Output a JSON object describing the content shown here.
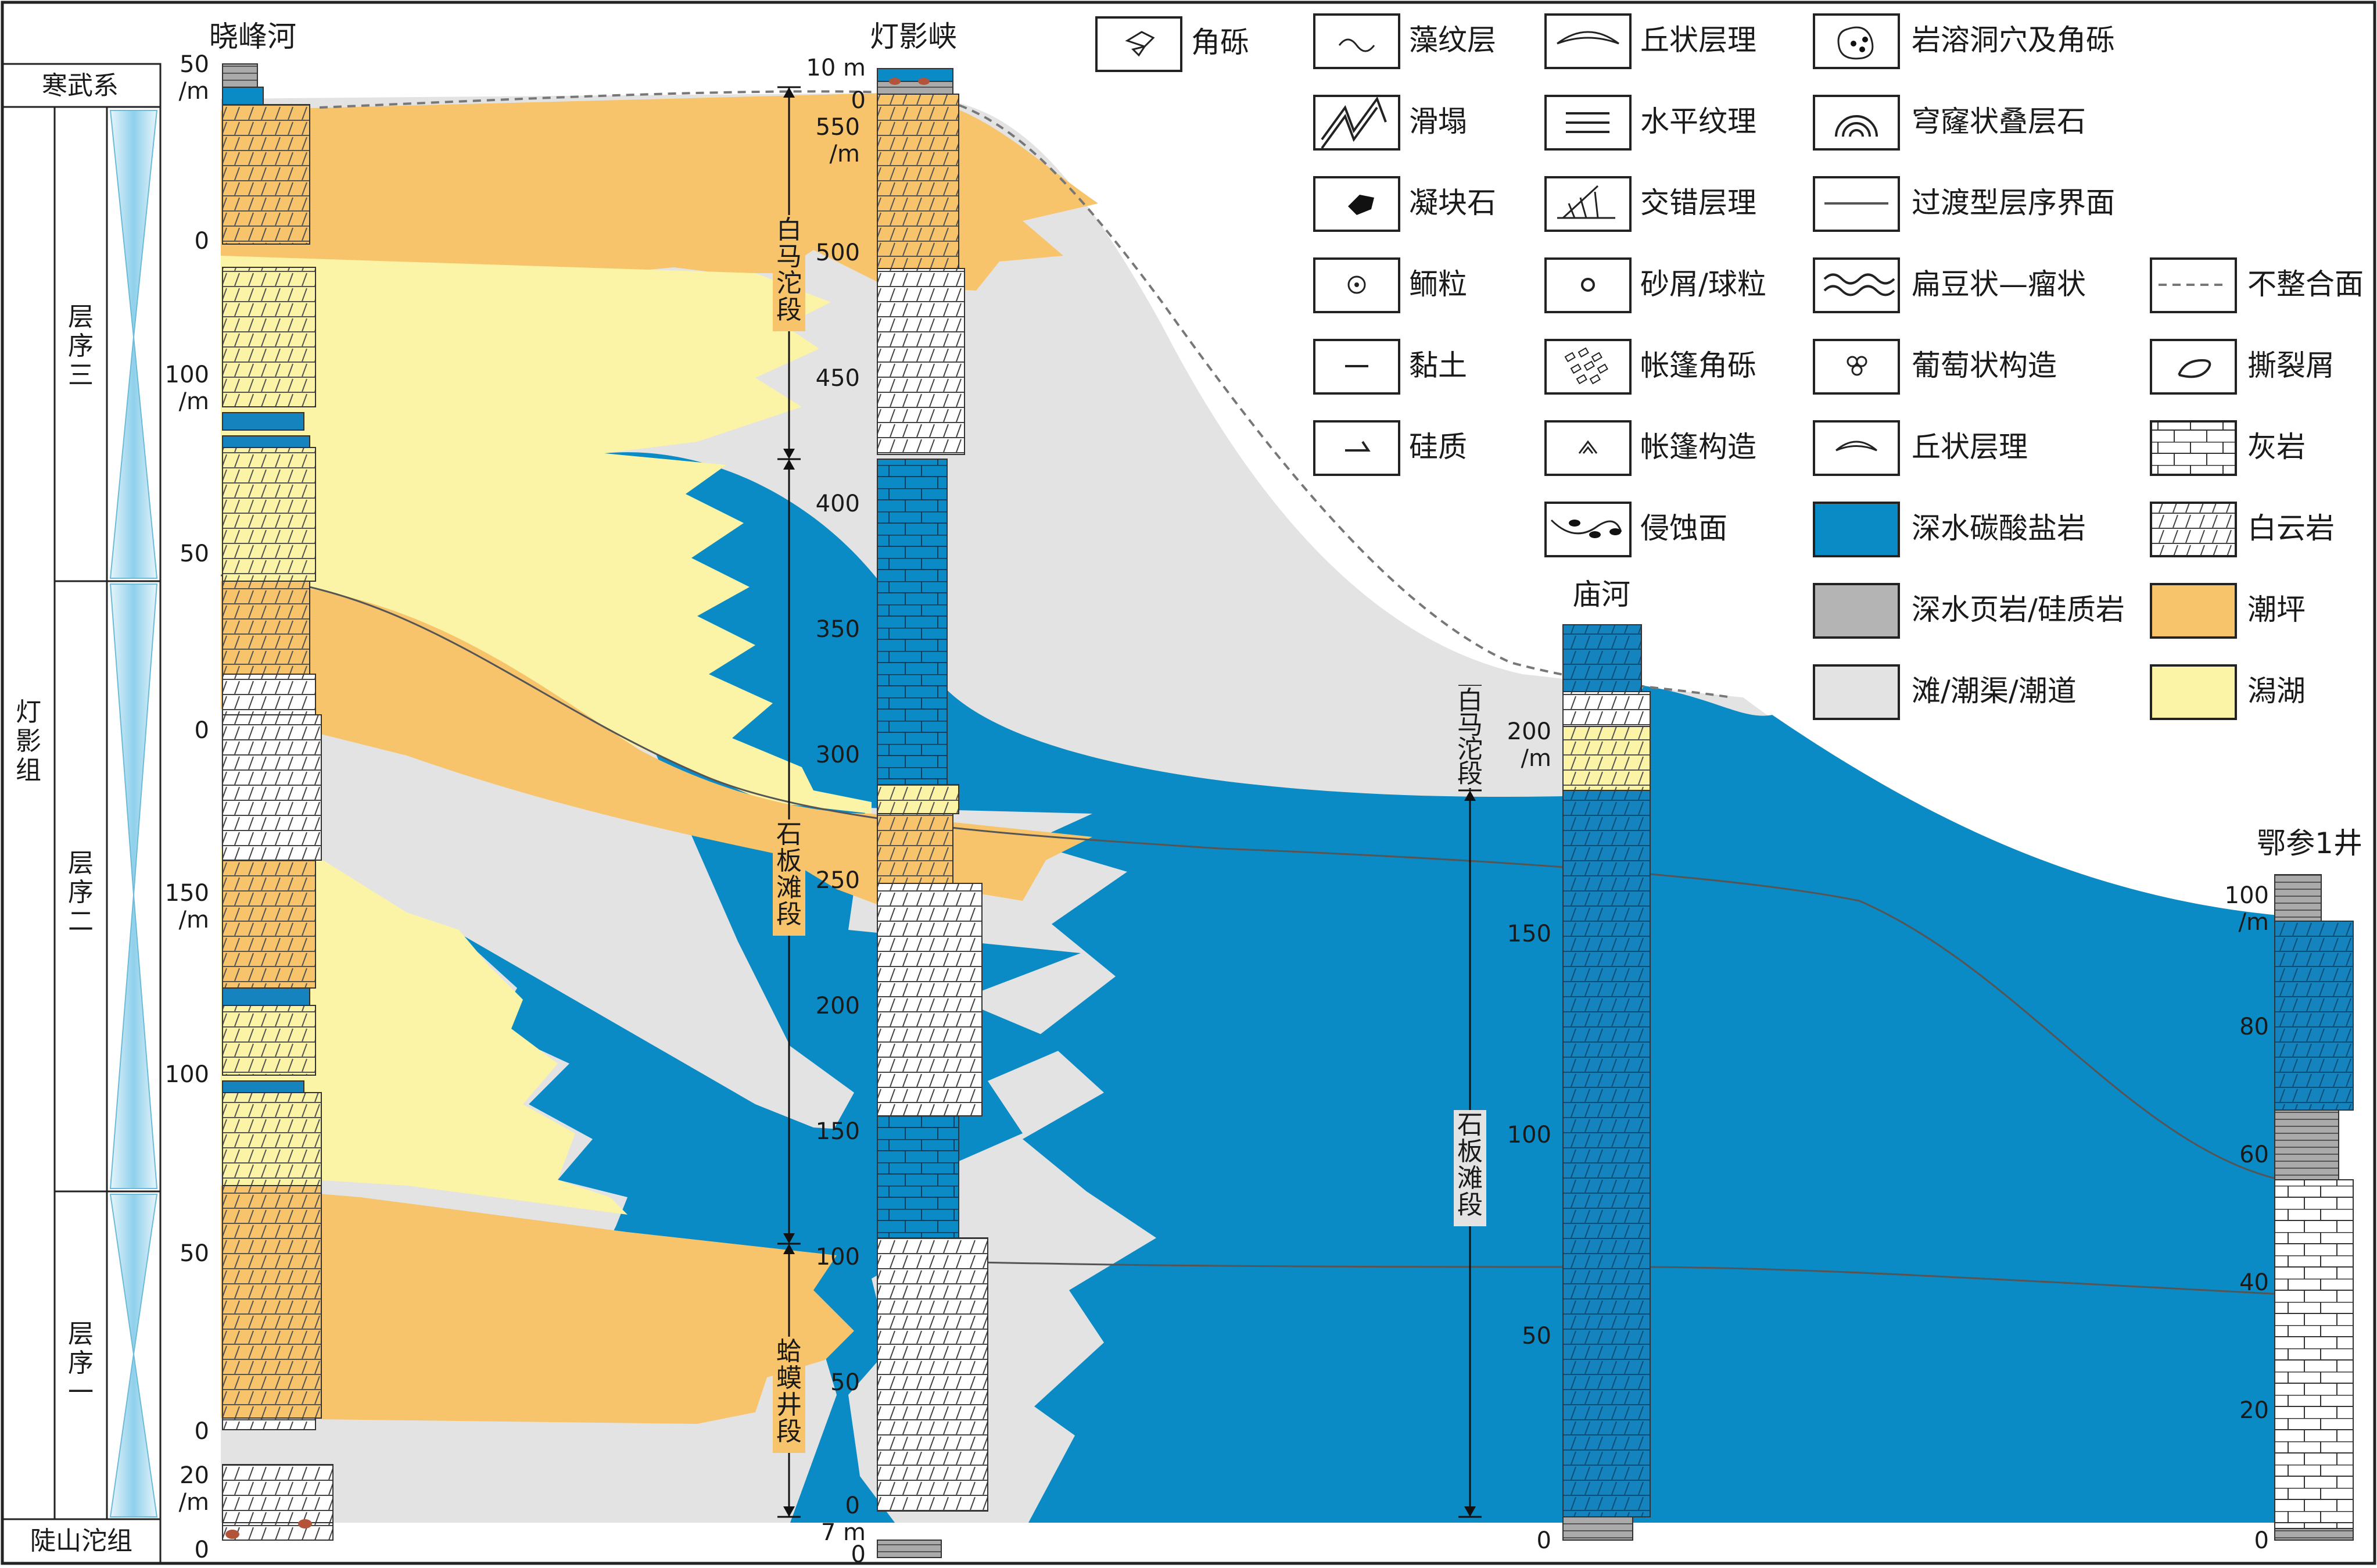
{
  "columns": {
    "xiaofenghe": "晓峰河",
    "dengyingxia": "灯影峡",
    "miaohe": "庙河",
    "ecan1": "鄂参1井"
  },
  "strat": {
    "cambrian": "寒武系",
    "dengying": [
      "灯",
      "影",
      "组"
    ],
    "seq3": [
      "层",
      "序",
      "三"
    ],
    "seq2": [
      "层",
      "序",
      "二"
    ],
    "seq1": [
      "层",
      "序",
      "一"
    ],
    "doushantuo": "陡山沱组"
  },
  "members": {
    "baimatuo": [
      "白",
      "马",
      "沱",
      "段"
    ],
    "shibantan": [
      "石",
      "板",
      "滩",
      "段"
    ],
    "hamajing": [
      "蛤",
      "蟆",
      "井",
      "段"
    ]
  },
  "ticks": {
    "xfh_top": [
      "50",
      "/m",
      "0"
    ],
    "xfh_seq3": [
      "100",
      "/m",
      "50",
      "0"
    ],
    "xfh_seq2": [
      "150",
      "/m",
      "100",
      "50",
      "0"
    ],
    "xfh_base": [
      "20",
      "/m",
      "0"
    ],
    "dyx_top": [
      "10 m",
      "0"
    ],
    "dyx_main": [
      "550",
      "/m",
      "500",
      "450",
      "400",
      "350",
      "300",
      "250",
      "200",
      "150",
      "100",
      "50",
      "0"
    ],
    "dyx_base": [
      "7 m",
      "0"
    ],
    "mh": [
      "200",
      "/m",
      "150",
      "100",
      "50",
      "0"
    ],
    "ec": [
      "100",
      "/m",
      "80",
      "60",
      "40",
      "20",
      "0"
    ]
  },
  "legend": {
    "breccia": "角砾",
    "algal": "藻纹层",
    "hummocky1": "丘状层理",
    "karst": "岩溶洞穴及角砾",
    "slump": "滑塌",
    "horizontal": "水平纹理",
    "dome": "穹窿状叠层石",
    "thrombolite": "凝块石",
    "crossbed": "交错层理",
    "transitional": "过渡型层序界面",
    "oolite": "鲕粒",
    "sandgrain": "砂屑/球粒",
    "lenticular": "扁豆状—瘤状",
    "unconformity": "不整合面",
    "clay": "黏土",
    "tepee_breccia": "帐篷角砾",
    "botryoidal": "葡萄状构造",
    "ripup": "撕裂屑",
    "siliceous": "硅质",
    "tepee": "帐篷构造",
    "hummocky2": "丘状层理",
    "limestone": "灰岩",
    "erosion": "侵蚀面",
    "deep_carb": "深水碳酸盐岩",
    "dolomite": "白云岩",
    "deep_shale": "深水页岩/硅质岩",
    "tidal_flat": "潮坪",
    "shoal": "滩/潮渠/潮道",
    "lagoon": "潟湖"
  },
  "colors": {
    "deep_carbonate": "#0a8bc6",
    "tidal_flat": "#f7c36b",
    "lagoon": "#fbf3a6",
    "shoal": "#e3e3e3",
    "deep_shale": "#b4b4b4",
    "sequence_bar": "#a9dbef"
  }
}
